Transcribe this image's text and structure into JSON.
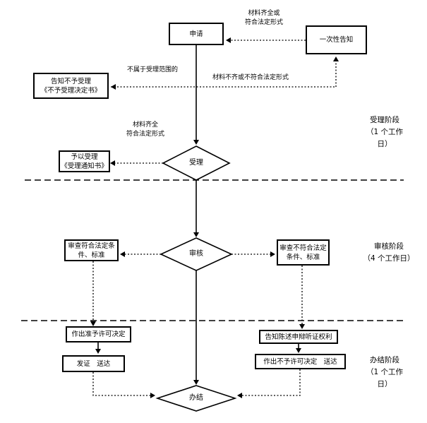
{
  "colors": {
    "line": "#000000",
    "box_border": "#000000",
    "background": "#ffffff",
    "text": "#000000"
  },
  "nodes": {
    "apply": {
      "label": "申请"
    },
    "one_time_notice": {
      "label": "一次性告知"
    },
    "notify_rejection": {
      "line1": "告知不予受理",
      "line2": "《不予受理决定书》"
    },
    "accept": {
      "line1": "予以受理",
      "line2": "《受理通知书》"
    },
    "review_pass": {
      "line1": "审查符合法定条",
      "line2": "件、标准"
    },
    "review_fail": {
      "line1": "审查不符合法定",
      "line2": "条件、标准"
    },
    "grant_decision": {
      "label": "作出准予许可决定"
    },
    "issue_deliver": {
      "label": "发证　送达"
    },
    "notify_hearing_rights": {
      "label": "告知陈述申辩听证权利"
    },
    "deny_decision": {
      "label": "作出不予许可决定　送达"
    }
  },
  "decisions": {
    "accept_check": {
      "label": "受理"
    },
    "examine": {
      "label": "审核"
    },
    "conclude": {
      "label": "办结"
    }
  },
  "edge_labels": {
    "materials_ok_top": {
      "line1": "材料齐全或",
      "line2": "符合法定形式"
    },
    "not_in_scope": {
      "label": "不属于受理范围的"
    },
    "materials_incomplete": {
      "label": "材料不齐或不符合法定形式"
    },
    "materials_ok_mid": {
      "line1": "材料齐全",
      "line2": "符合法定形式"
    }
  },
  "stages": {
    "acceptance": {
      "line1": "受理阶段",
      "line2": "（1 个工作",
      "line3": "日）"
    },
    "examination": {
      "line1": "审核阶段",
      "line2": "（4 个工作日）"
    },
    "conclusion": {
      "line1": "办结阶段",
      "line2": "（1 个工作",
      "line3": "日）"
    }
  }
}
